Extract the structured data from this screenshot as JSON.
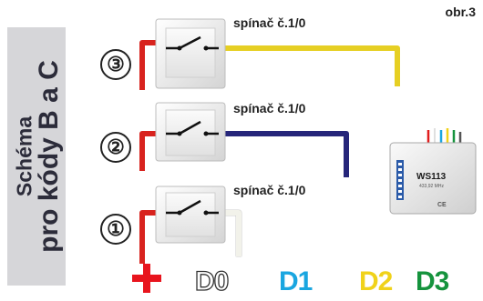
{
  "figure_label": "obr.3",
  "sidebar": {
    "line1": "Schéma",
    "line2": "pro kódy B a C"
  },
  "switches": [
    {
      "number": "③",
      "label": "spínač č.1/0",
      "wire_color": "#e6cf23"
    },
    {
      "number": "②",
      "label": "spínač č.1/0",
      "wire_color": "#26267a"
    },
    {
      "number": "①",
      "label": "spínač č.1/0",
      "wire_color": "#f2f2ea"
    }
  ],
  "feed_wire_color": "#d8231e",
  "receiver": {
    "model": "WS113",
    "frequency": "433,92 MHz",
    "marks": "CE"
  },
  "terminals": [
    {
      "label": "+",
      "color": "#e8141d"
    },
    {
      "label": "D0",
      "color": "#ffffff"
    },
    {
      "label": "D1",
      "color": "#1aa6e0"
    },
    {
      "label": "D2",
      "color": "#f0d21a"
    },
    {
      "label": "D3",
      "color": "#15933d"
    }
  ]
}
